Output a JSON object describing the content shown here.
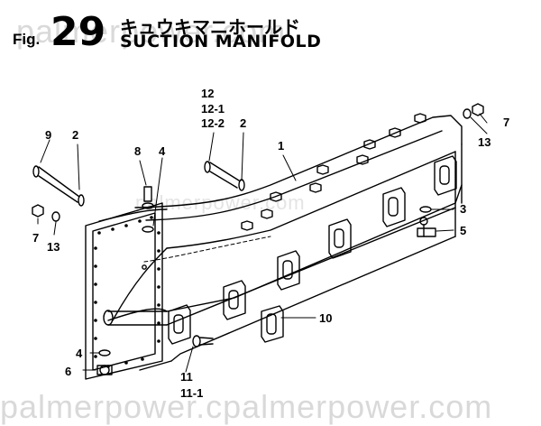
{
  "watermark": {
    "top": "palmerpower.com",
    "middle": "palmerpower.com",
    "bottom": "palmerpower.cpalmerpower.com"
  },
  "header": {
    "fig_prefix": "Fig.",
    "fig_number": "29",
    "title_jp": "キュウキマニホールド",
    "title_en": "SUCTION MANIFOLD"
  },
  "callouts": {
    "c1": "1",
    "c2_left": "2",
    "c2_right": "2",
    "c3": "3",
    "c4_top": "4",
    "c4_bottom": "4",
    "c5": "5",
    "c6": "6",
    "c7_left": "7",
    "c7_right": "7",
    "c8": "8",
    "c9": "9",
    "c10": "10",
    "c11": "11",
    "c11_1": "11-1",
    "c12": "12",
    "c12_1": "12-1",
    "c12_2": "12-2",
    "c13_left": "13",
    "c13_right": "13"
  }
}
